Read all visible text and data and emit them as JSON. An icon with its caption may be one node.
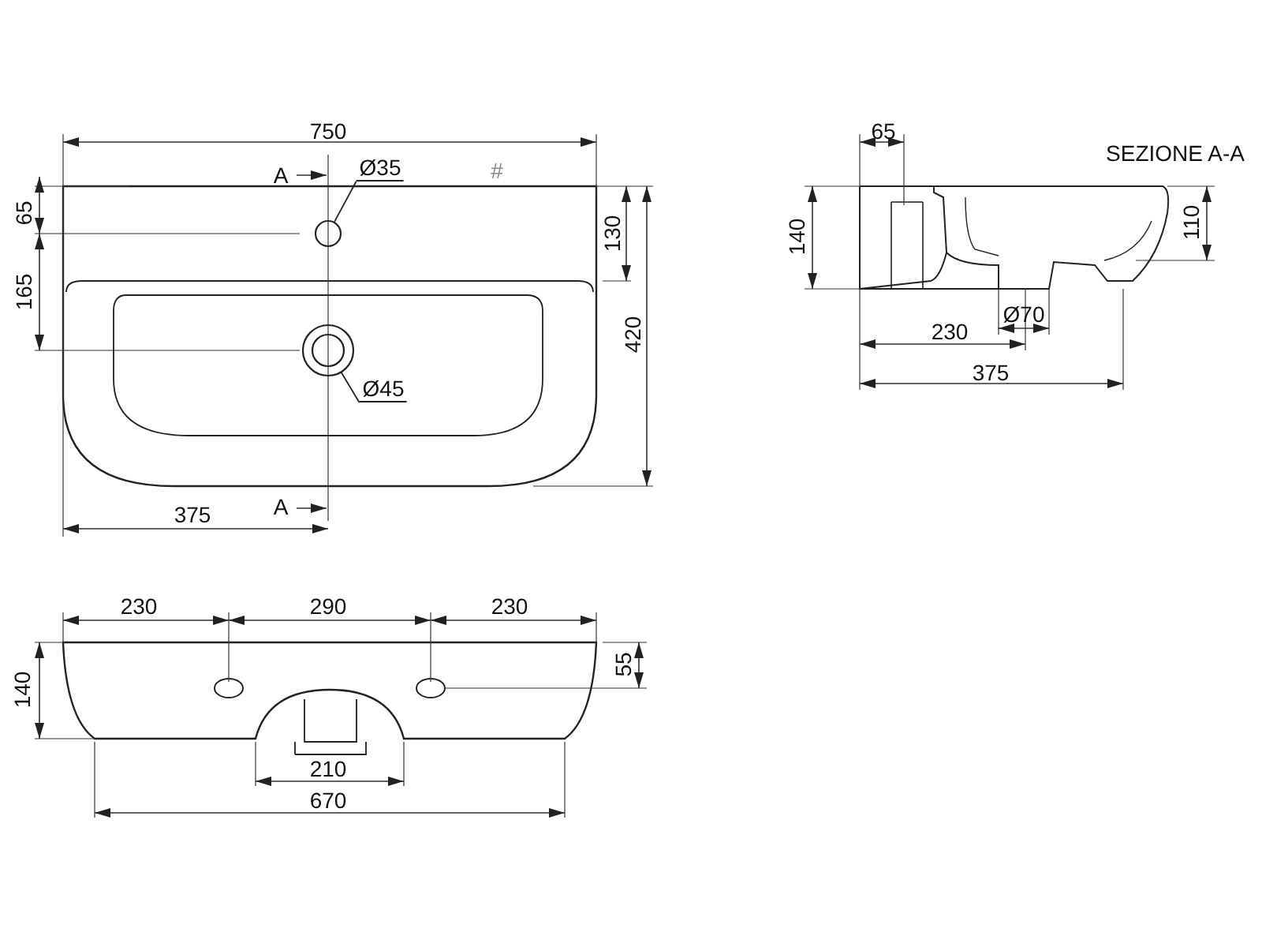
{
  "diagram": {
    "nodes": [
      {
        "text": [
          "Ø35"
        ]
      },
      {
        "text": [],
        "shape": "circle"
      },
      {
        "text": [
          "Ø45"
        ]
      },
      {
        "text": [],
        "shape": "circle"
      }
    ],
    "edges": [
      {
        "from": 0,
        "to": 1,
        "arrow": "none"
      },
      {
        "from": 2,
        "to": 3,
        "arrow": "none"
      }
    ],
    "labels": [
      "750",
      "A",
      "#",
      "65",
      "165",
      "130",
      "420",
      "375",
      "A",
      "SEZIONE A-A",
      "65",
      "140",
      "110",
      "Ø70",
      "230",
      "375",
      "230",
      "290",
      "230",
      "140",
      "55",
      "210",
      "670"
    ]
  }
}
